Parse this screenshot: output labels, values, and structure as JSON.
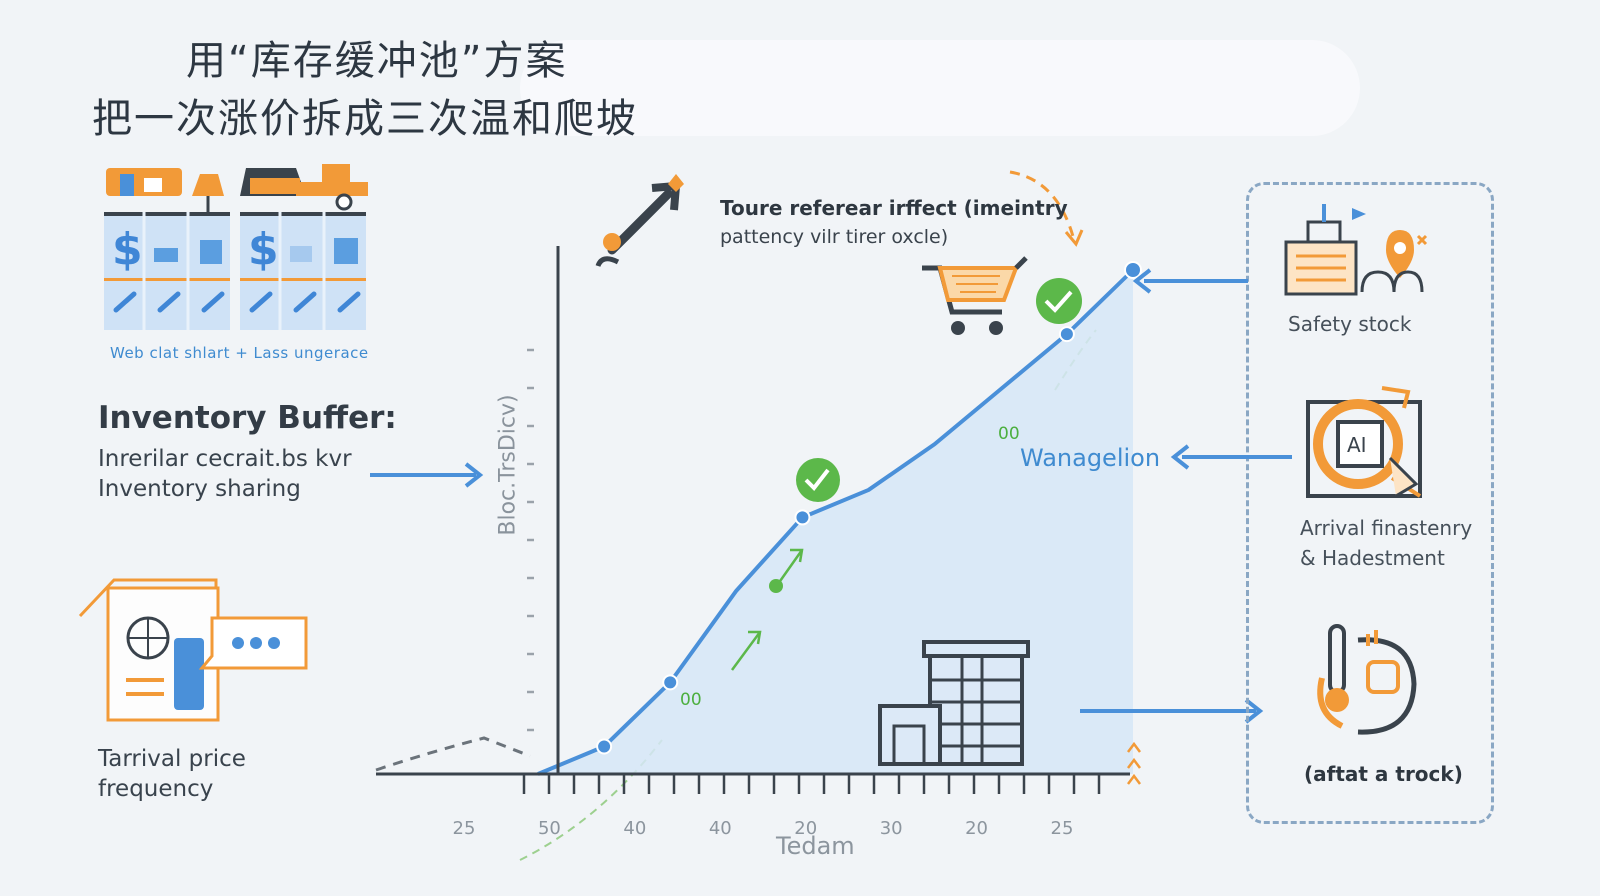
{
  "headline": {
    "line1": "用“库存缓冲池”方案",
    "line2": "把一次涨价拆成三次温和爬坡"
  },
  "left": {
    "icon_caption": "Web clat shlart + Lass ungerace",
    "heading": "Inventory Buffer:",
    "line1": "Inrerilar cecrait.bs kvr",
    "line2": "Inventory sharing",
    "bottom_label_line1": "Tarrival price",
    "bottom_label_line2": "frequency"
  },
  "callout": {
    "title": "Toure referear irffect (imeintry",
    "sub": "pattency vilr tirer oxcle)"
  },
  "annotations": {
    "green_1": "00",
    "green_2": "00",
    "blue": "Wanagelion"
  },
  "right_panel": {
    "item1": "Safety stock",
    "item2_line1": "Arrival finastenry",
    "item2_line2": "& Hadestment",
    "item3": "(aftat a trock)"
  },
  "colors": {
    "accent_blue": "#4a90d9",
    "fill_blue": "#d6e6f7",
    "accent_orange": "#f29a38",
    "accent_green": "#5cb84a",
    "axis": "#3a434c"
  },
  "icons": [
    "dollar-icon",
    "truck-icon",
    "shop-icon",
    "rocket-icon",
    "cart-icon",
    "check-badge-icon",
    "warehouse-icon",
    "document-icon",
    "chat-bubble-icon",
    "safety-stock-icon",
    "ai-chip-icon",
    "temperature-icon"
  ],
  "chart_data": {
    "type": "area",
    "xlabel": "Tedam",
    "ylabel": "Bloc.TrsDicv)",
    "x_tick_labels": [
      "25",
      "50",
      "40",
      "40",
      "20",
      "30",
      "20",
      "25"
    ],
    "series": [
      {
        "x": [
          0,
          1,
          2,
          3,
          4,
          5,
          6,
          7,
          8,
          9
        ],
        "values": [
          0,
          3,
          10,
          20,
          28,
          31,
          36,
          42,
          48,
          55
        ]
      }
    ],
    "markers_at": [
      1,
      2,
      4,
      8,
      9
    ],
    "grid": false,
    "legend": "none"
  }
}
